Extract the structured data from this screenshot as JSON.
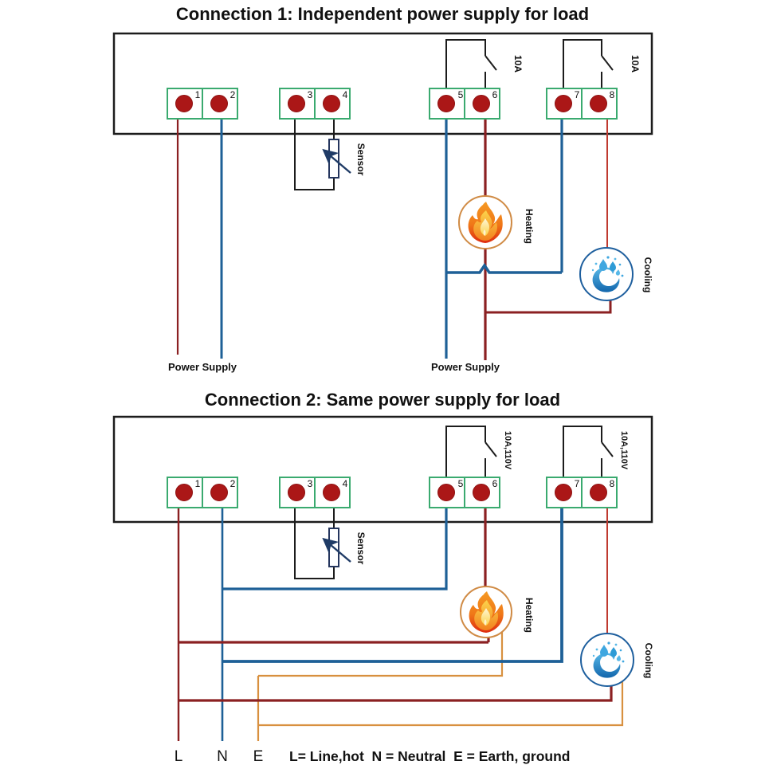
{
  "colors": {
    "wire_dark_red": "#8b2022",
    "wire_bright_red": "#bf3a30",
    "wire_blue": "#1e6097",
    "wire_orange": "#d8903f",
    "wire_black": "#1c1c1c",
    "terminal_green": "#3aaa6f",
    "terminal_contact_red": "#ab1717",
    "heating_ring": "#d08b45",
    "cooling_ring": "#1e5f9e",
    "sensor_arrow_navy": "#1f3b66",
    "flame_orange": "#f07818",
    "flame_yellow": "#fcd44c",
    "water_blue": "#2e9bd6",
    "text_black": "#111111"
  },
  "connection1": {
    "title": "Connection 1: Independent power supply for load",
    "terminal_numbers": [
      "1",
      "2",
      "3",
      "4",
      "5",
      "6",
      "7",
      "8"
    ],
    "relay_rating_left": "10A",
    "relay_rating_right": "10A",
    "sensor_label": "Sensor",
    "heating_label": "Heating",
    "cooling_label": "Cooling",
    "power_supply_left_label": "Power Supply",
    "power_supply_right_label": "Power Supply"
  },
  "connection2": {
    "title": "Connection 2: Same power supply for load",
    "terminal_numbers": [
      "1",
      "2",
      "3",
      "4",
      "5",
      "6",
      "7",
      "8"
    ],
    "relay_rating_left": "10A,110V",
    "relay_rating_right": "10A,110V",
    "sensor_label": "Sensor",
    "heating_label": "Heating",
    "cooling_label": "Cooling",
    "line_label": "L",
    "neutral_label": "N",
    "earth_label": "E",
    "legend": "L= Line,hot  N = Neutral  E = Earth, ground"
  }
}
